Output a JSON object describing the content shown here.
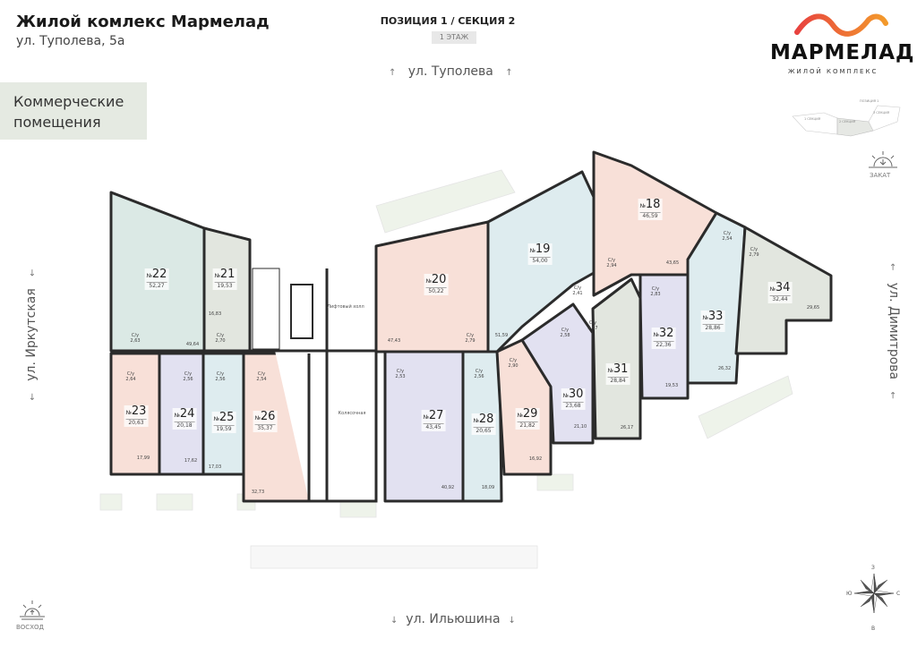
{
  "header": {
    "title": "Жилой комлекс Мармелад",
    "address": "ул. Туполева, 5а",
    "category": "Коммерческие помещения",
    "position": "ПОЗИЦИЯ 1 / СЕКЦИЯ 2",
    "floor": "1 ЭТАЖ"
  },
  "logo": {
    "name": "МАРМЕЛАД",
    "subtitle": "ЖИЛОЙ КОМПЛЕКС",
    "colors": [
      "#e8423f",
      "#f39a2c"
    ]
  },
  "minimap": {
    "position_label": "ПОЗИЦИЯ 1",
    "sections": [
      "1 СЕКЦИЯ",
      "2 СЕКЦИЯ",
      "3 СЕКЦИЯ"
    ],
    "active_section": "2 СЕКЦИЯ"
  },
  "streets": {
    "top": "ул. Туполева",
    "bottom": "ул. Ильюшина",
    "left": "ул. Иркутская",
    "right": "ул. Димитрова"
  },
  "sun": {
    "sunset": "ЗАКАТ",
    "sunrise": "ВОСХОД"
  },
  "compass": {
    "top": "З",
    "left": "Ю",
    "right": "С",
    "bottom": "В"
  },
  "rooms": {
    "lift_hall": "Лифтовый холл",
    "stroller": "Колясочная"
  },
  "number_prefix": "№",
  "wc_label": "С/у",
  "colors": {
    "teal": "#dbe9e5",
    "sage": "#e2e6df",
    "pink": "#f8e0d8",
    "lavender": "#e2e1f1",
    "blue": "#deecef",
    "wall": "#2b2b2b"
  },
  "units": [
    {
      "num": "22",
      "area": "52,27",
      "wc": "2,63",
      "main": "49,64",
      "color": "teal"
    },
    {
      "num": "21",
      "area": "19,53",
      "wc": "2,70",
      "main": "16,83",
      "color": "sage"
    },
    {
      "num": "23",
      "area": "20,63",
      "wc": "2,64",
      "main": "17,99",
      "color": "pink"
    },
    {
      "num": "24",
      "area": "20,18",
      "wc": "2,56",
      "main": "17,62",
      "color": "lavender"
    },
    {
      "num": "25",
      "area": "19,59",
      "wc": "2,56",
      "main": "17,03",
      "color": "blue"
    },
    {
      "num": "26",
      "area": "35,37",
      "wc": "2,54",
      "main": "32,73",
      "color": "pink"
    },
    {
      "num": "20",
      "area": "50,22",
      "wc": "2,79",
      "main": "47,43",
      "color": "pink"
    },
    {
      "num": "19",
      "area": "54,00",
      "wc": "2,41",
      "main": "51,59",
      "color": "blue"
    },
    {
      "num": "27",
      "area": "43,45",
      "wc": "2,53",
      "main": "40,92",
      "color": "lavender"
    },
    {
      "num": "28",
      "area": "20,65",
      "wc": "2,56",
      "main": "18,09",
      "color": "blue"
    },
    {
      "num": "29",
      "area": "21,82",
      "wc": "2,90",
      "main": "16,92",
      "color": "pink"
    },
    {
      "num": "30",
      "area": "23,68",
      "wc": "2,58",
      "main": "21,10",
      "color": "lavender"
    },
    {
      "num": "18",
      "area": "46,59",
      "wc": "2,94",
      "main": "43,65",
      "color": "pink"
    },
    {
      "num": "31",
      "area": "28,84",
      "wc": "2,67",
      "main": "26,17",
      "color": "sage"
    },
    {
      "num": "32",
      "area": "22,36",
      "wc": "2,83",
      "main": "19,53",
      "color": "lavender"
    },
    {
      "num": "33",
      "area": "28,86",
      "wc": "2,54",
      "main": "26,32",
      "color": "blue"
    },
    {
      "num": "34",
      "area": "32,44",
      "wc": "2,79",
      "main": "29,65",
      "color": "sage"
    }
  ]
}
